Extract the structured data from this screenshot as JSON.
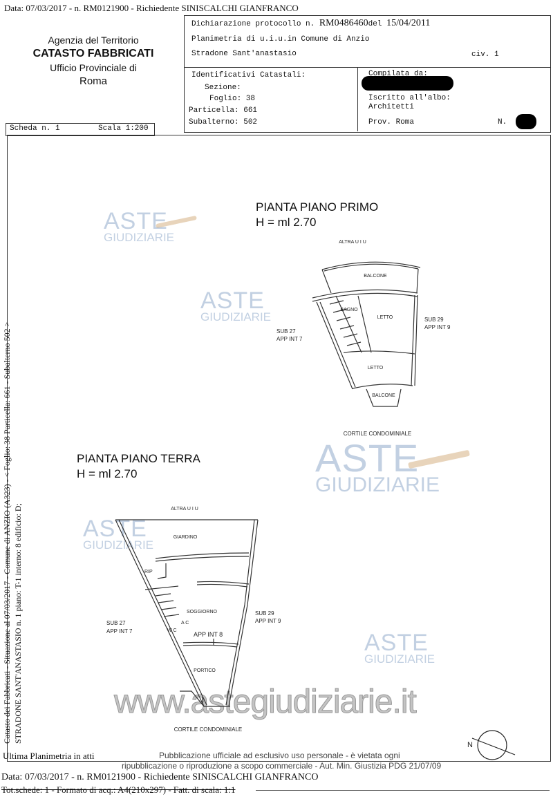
{
  "top_line": "Data: 07/03/2017 - n. RM0121900 - Richiedente SINISCALCHI GIANFRANCO",
  "agency": {
    "line1": "Agenzia del Territorio",
    "line2": "CATASTO FABBRICATI",
    "line3": "Ufficio Provinciale di",
    "line4": "Roma"
  },
  "header": {
    "dichiarazione_label": "Dichiarazione protocollo n.",
    "protocollo": "RM0486460",
    "del_label": "del",
    "date": "15/04/2011",
    "planimetria": "Planimetria di u.i.u.in Comune di Anzio",
    "address": "Stradone Sant'anastasio",
    "civ": "civ. 1"
  },
  "identificativi": {
    "title": "Identificativi Catastali:",
    "sezione": "Sezione:",
    "foglio": "Foglio: 38",
    "particella": "Particella: 661",
    "subalterno": "Subalterno: 502"
  },
  "compilata": {
    "title": "Compilata da:",
    "iscritto": "Iscritto all'albo:",
    "albo": "Architetti",
    "prov": "Prov. Roma",
    "n_label": "N."
  },
  "scheda": {
    "label": "Scheda n. 1",
    "scala": "Scala 1:200"
  },
  "side_text": {
    "line1": "Catasto dei Fabbricati - Situazione al 07/03/2017 - Comune di ANZIO (A323) - < Foglio: 38 Particella: 661 - Subalterno 502 >",
    "line2": "STRADONE SANT'ANASTASIO n. 1 piano: T-1 interno: 8 edificio: D;"
  },
  "piano_primo": {
    "title": "PIANTA PIANO PRIMO",
    "height": "H = ml 2.70",
    "labels": {
      "altra": "ALTRA U I U",
      "balcone_top": "BALCONE",
      "bagno": "BAGNO",
      "letto1": "LETTO",
      "letto2": "LETTO",
      "balcone_bottom": "BALCONE",
      "sub27": "SUB 27",
      "app7": "APP INT 7",
      "sub29": "SUB 29",
      "app9": "APP INT 9",
      "cortile": "CORTILE CONDOMINIALE"
    }
  },
  "piano_terra": {
    "title": "PIANTA PIANO TERRA",
    "height": "H = ml 2.70",
    "labels": {
      "altra": "ALTRA U I U",
      "giardino": "GIARDINO",
      "rip": "RIP",
      "soggiorno": "SOGGIORNO",
      "ac": "A C",
      "wc": "W C",
      "app8": "APP INT 8",
      "portico": "PORTICO",
      "sub27": "SUB 27",
      "app7": "APP INT 7",
      "sub29": "SUB 29",
      "app9": "APP INT 9",
      "cortile": "CORTILE CONDOMINIALE"
    }
  },
  "north_label": "N",
  "footer": {
    "ultima": "Ultima Planimetria in atti",
    "data_line": "Data: 07/03/2017 - n. RM0121900 - Richiedente SINISCALCHI GIANFRANCO",
    "tot_line": "Tot.schede: 1 - Formato di acq.: A4(210x297) - Fatt. di scala: 1:1",
    "notice1": "Pubblicazione ufficiale ad esclusivo uso personale - è vietata ogni",
    "notice2": "ripubblicazione o riproduzione a scopo commerciale - Aut. Min. Giustizia PDG 21/07/09"
  },
  "watermark": {
    "aste": "ASTE",
    "giudiziarie": "GIUDIZIARIE",
    "url": "www.astegiudiziarie.it"
  },
  "colors": {
    "watermark_blue": "#7896be",
    "redaction": "#000000"
  }
}
